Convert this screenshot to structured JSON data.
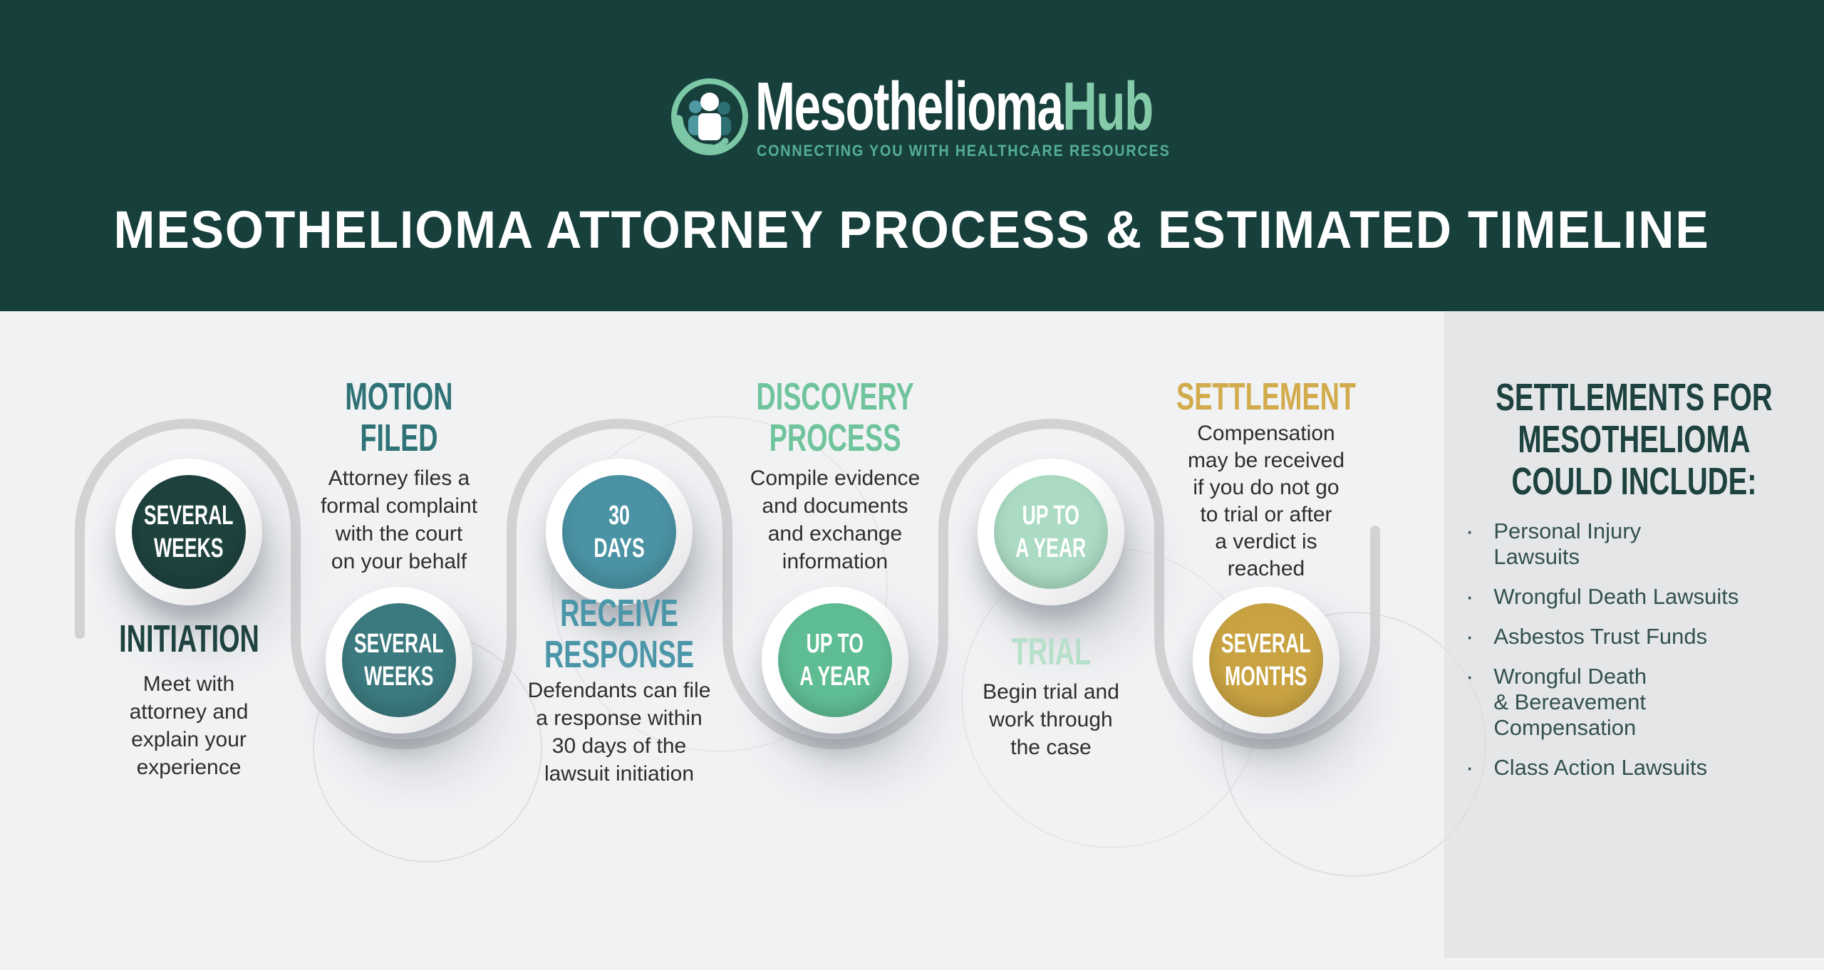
{
  "brand": {
    "name_primary": "Mesothelioma",
    "name_secondary": "Hub",
    "tagline": "CONNECTING YOU WITH HEALTHCARE RESOURCES"
  },
  "title": "MESOTHELIOMA ATTORNEY PROCESS & ESTIMATED TIMELINE",
  "steps": [
    {
      "heading": "INITIATION",
      "duration": "SEVERAL\nWEEKS",
      "description": "Meet with\nattorney and\nexplain your\nexperience",
      "heading_color": "#1D423F",
      "circle_color": "#1E423E",
      "row": "top"
    },
    {
      "heading": "MOTION\nFILED",
      "duration": "SEVERAL\nWEEKS",
      "description": "Attorney files a\nformal complaint\nwith the court\non your behalf",
      "heading_color": "#2F7377",
      "circle_color": "#3B7A7F",
      "row": "bottom"
    },
    {
      "heading": "RECEIVE\nRESPONSE",
      "duration": "30\nDAYS",
      "description": "Defendants can file\na response within\n30 days of the\nlawsuit initiation",
      "heading_color": "#4B96A8",
      "circle_color": "#4A93A4",
      "row": "top"
    },
    {
      "heading": "DISCOVERY\nPROCESS",
      "duration": "UP TO\nA YEAR",
      "description": "Compile evidence\nand documents\nand exchange\ninformation",
      "heading_color": "#6FC49C",
      "circle_color": "#5FBD94",
      "row": "bottom"
    },
    {
      "heading": "TRIAL",
      "duration": "UP TO\nA YEAR",
      "description": "Begin trial and\nwork through\nthe case",
      "heading_color": "#B7E0CB",
      "circle_color": "#ABDBC3",
      "row": "top"
    },
    {
      "heading": "SETTLEMENT",
      "duration": "SEVERAL\nMONTHS",
      "description": "Compensation\nmay be received\nif you do not go\nto trial or after\na verdict is\nreached",
      "heading_color": "#D2AB4C",
      "circle_color": "#C9A342",
      "row": "bottom"
    }
  ],
  "sidebar": {
    "heading": "SETTLEMENTS FOR\nMESOTHELIOMA\nCOULD INCLUDE:",
    "items": [
      {
        "label": "Personal Injury\nLawsuits"
      },
      {
        "label": "Wrongful Death Lawsuits"
      },
      {
        "label": "Asbestos Trust Funds"
      },
      {
        "label": "Wrongful Death\n& Bereavement\nCompensation"
      },
      {
        "label": "Class Action Lawsuits"
      }
    ]
  },
  "colors": {
    "header_bg": "#17403C",
    "main_bg": "#F1F2F4",
    "sidebar_bg": "#E5E6E8",
    "track": "#D2D2D4",
    "hub_green": "#85CBA9",
    "tagline_green": "#56AE98",
    "description_text": "#2E2E2E",
    "sidebar_text": "#33514E"
  }
}
